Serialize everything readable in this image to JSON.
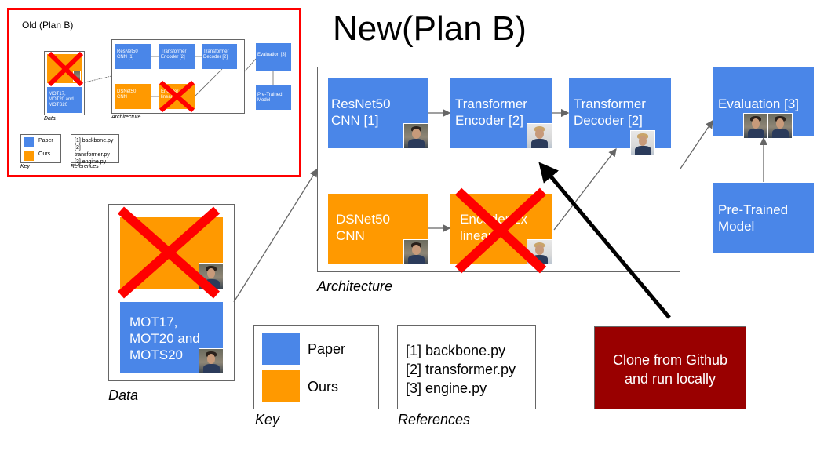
{
  "title": "New(Plan B)",
  "old_panel": {
    "title": "Old (Plan B)",
    "boxes": {
      "resnet": "ResNet50\nCNN [1]",
      "encoder": "Transformer\nEncoder [2]",
      "decoder": "Transformer\nDecoder [2]",
      "evaluation": "Evaluation [3]",
      "dsnet": "DSNet50\nCNN",
      "encoder_linear": "Encoder 2x\nlinear",
      "pretrained": "Pre-Trained\nModel",
      "mot": "MOT17,\nMOT20 and\nMOTS20"
    },
    "data_label": "Data",
    "architecture_label": "Architecture",
    "key_label": "Key",
    "references_label": "References",
    "key_items": [
      "Paper",
      "Ours"
    ],
    "references": [
      "[1] backbone.py",
      "[2] transformer.py",
      "[3] engine.py"
    ]
  },
  "boxes": {
    "resnet": "ResNet50\nCNN [1]",
    "encoder": "Transformer\nEncoder [2]",
    "decoder": "Transformer\nDecoder [2]",
    "evaluation": "Evaluation [3]",
    "dsnet": "DSNet50\nCNN",
    "encoder_linear": "Encoder 2x\nlinear",
    "pretrained": "Pre-Trained\nModel",
    "mot": "MOT17,\nMOT20 and\nMOTS20"
  },
  "labels": {
    "data": "Data",
    "architecture": "Architecture",
    "key": "Key",
    "references": "References"
  },
  "key_items": [
    "Paper",
    "Ours"
  ],
  "references": [
    "[1] backbone.py",
    "[2] transformer.py",
    "[3] engine.py"
  ],
  "callout": "Clone from Github\nand run locally",
  "colors": {
    "paper": "#4a86e8",
    "ours": "#ff9900",
    "cross": "#ff0000",
    "callout": "#990000",
    "old_panel_border": "#ff0000"
  },
  "icons": [
    "person-photo",
    "x-cross",
    "arrow"
  ]
}
